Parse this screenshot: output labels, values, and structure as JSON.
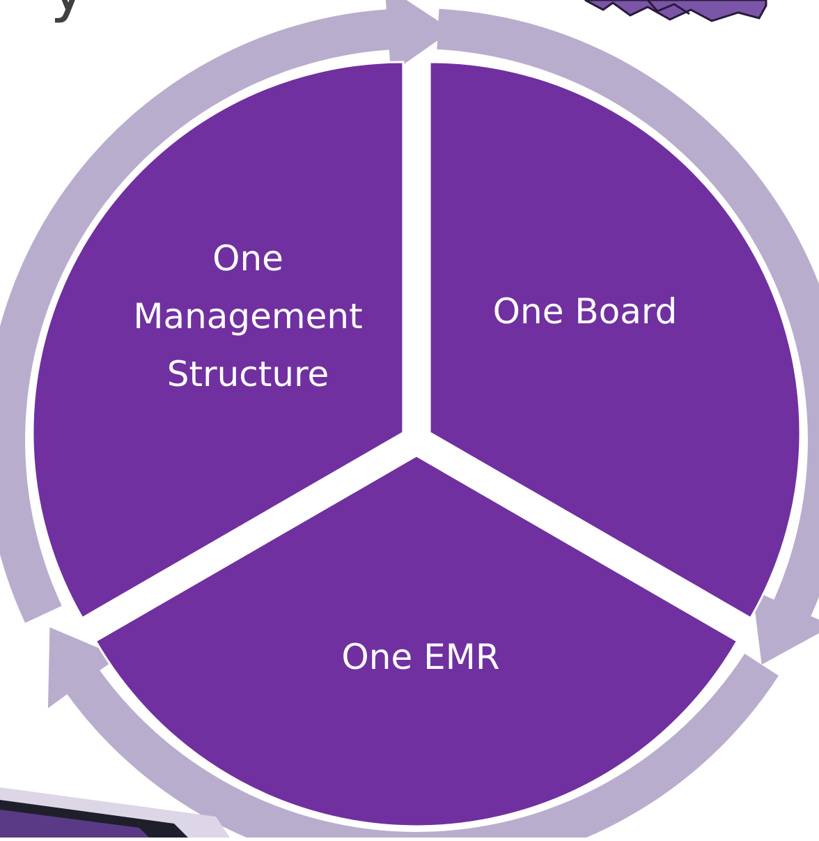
{
  "diagram": {
    "segments": [
      {
        "id": "management",
        "lines": [
          "One",
          "Management",
          "Structure"
        ]
      },
      {
        "id": "board",
        "lines": [
          "One Board"
        ]
      },
      {
        "id": "emr",
        "lines": [
          "One EMR"
        ]
      }
    ],
    "title_fragment": "y"
  },
  "colors": {
    "segment_fill": "#7030A0",
    "arrow_ring": "#B9ADCE",
    "slide_accent": "#DCD6E6",
    "dark_corner": "#1F1F2B",
    "title_text": "#404040"
  }
}
